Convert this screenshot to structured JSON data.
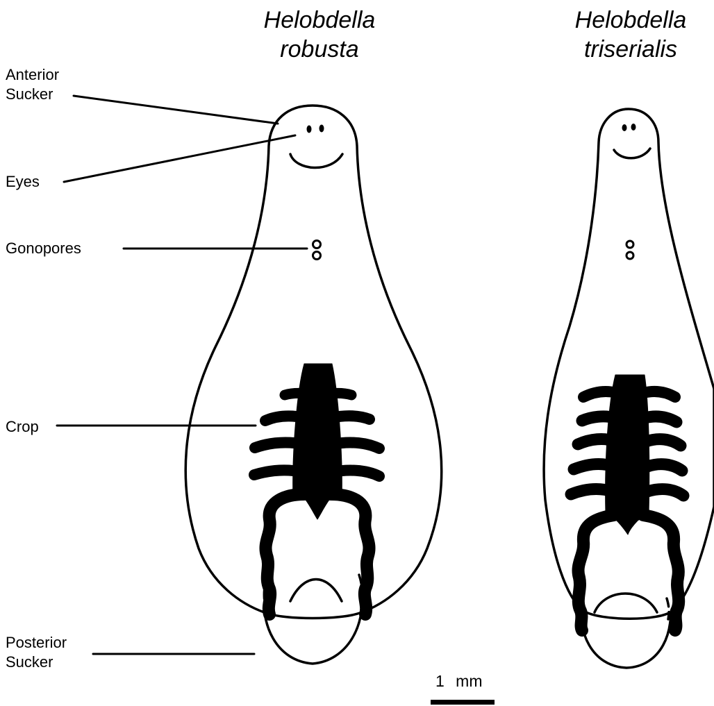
{
  "species": {
    "left": {
      "genus": "Helobdella",
      "epithet": "robusta"
    },
    "right": {
      "genus": "Helobdella",
      "epithet": "triserialis"
    }
  },
  "labels": {
    "anterior_sucker": {
      "line1": "Anterior",
      "line2": "Sucker"
    },
    "eyes": "Eyes",
    "gonopores": "Gonopores",
    "crop": "Crop",
    "posterior_sucker": {
      "line1": "Posterior",
      "line2": "Sucker"
    }
  },
  "scale_bar": {
    "label": "1 mm"
  },
  "colors": {
    "ink": "#000000",
    "background": "#ffffff"
  }
}
